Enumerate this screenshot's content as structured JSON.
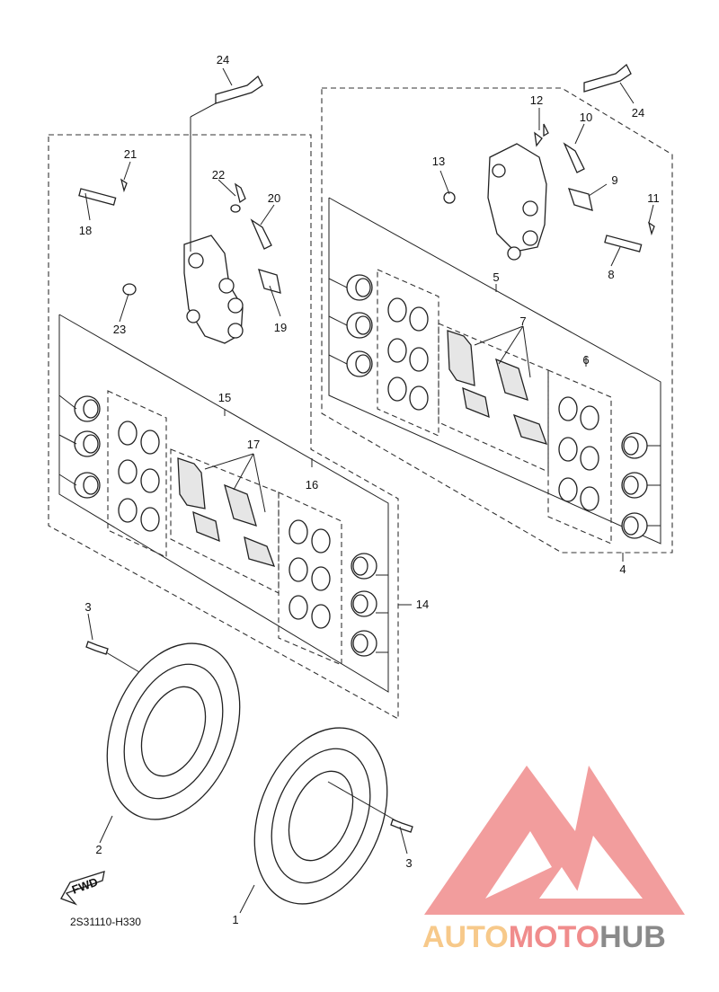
{
  "diagram": {
    "drawing_code": "2S31110-H330",
    "fwd_arrow_label": "FWD",
    "watermark": {
      "part1": "AUTO",
      "part2": "MOTO",
      "part3": "HUB",
      "color_light": "#F7C98A",
      "color_main": "#F08C8C",
      "color_dark": "#8A8A8A"
    },
    "callouts": {
      "c1": "1",
      "c2": "2",
      "c3a": "3",
      "c3b": "3",
      "c4": "4",
      "c5": "5",
      "c6": "6",
      "c7": "7",
      "c8": "8",
      "c9": "9",
      "c10": "10",
      "c11": "11",
      "c12": "12",
      "c13": "13",
      "c14": "14",
      "c15": "15",
      "c16": "16",
      "c17": "17",
      "c18": "18",
      "c19": "19",
      "c20": "20",
      "c21": "21",
      "c22": "22",
      "c23": "23",
      "c24a": "24",
      "c24b": "24"
    }
  }
}
